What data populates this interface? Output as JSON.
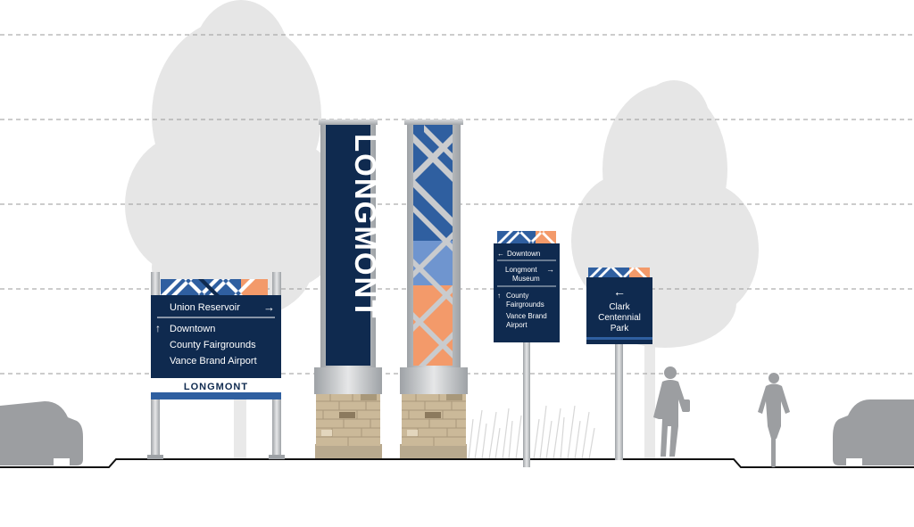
{
  "colors": {
    "navy": "#0f2a4f",
    "blue": "#2f5fa0",
    "light_blue": "#6f95cf",
    "orange": "#f39a6a",
    "silver": "#b9bcc0",
    "stone": "#c9b79a",
    "silhouette_gray": "#9c9ea1",
    "tree_gray": "#e4e4e4",
    "guide_line": "#9a9a9a"
  },
  "signs": {
    "monument": {
      "destination_top": {
        "label": "Union Reservoir",
        "arrow": "→"
      },
      "arrow_up": "↑",
      "destinations": [
        "Downtown",
        "County Fairgrounds",
        "Vance Brand Airport"
      ],
      "brand": "LONGMONT"
    },
    "pylon_left": {
      "text": "LONGMONT"
    },
    "pylon_right": {
      "pattern": "diagonal-stripes"
    },
    "directional": {
      "downtown": {
        "arrow": "←",
        "label": "Downtown"
      },
      "museum": {
        "line1": "Longmont",
        "arrow": "→",
        "line2": "Museum"
      },
      "group_arrow": "↑",
      "fairgrounds": {
        "line1": "County",
        "line2": "Fairgrounds"
      },
      "airport": {
        "line1": "Vance Brand",
        "line2": "Airport"
      }
    },
    "park": {
      "arrow": "←",
      "lines": [
        "Clark",
        "Centennial",
        "Park"
      ]
    }
  },
  "scene": {
    "icons": [
      "tree-icon",
      "car-icon",
      "pedestrian-icon",
      "cyclist-icon",
      "grass-icon"
    ]
  }
}
